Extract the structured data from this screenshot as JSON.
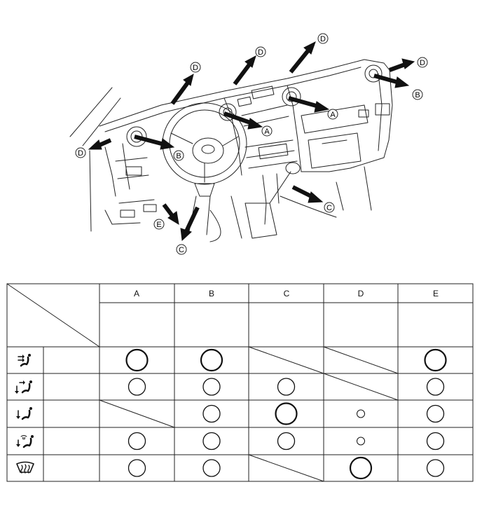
{
  "diagram": {
    "callouts": [
      {
        "id": "A1",
        "label": "A"
      },
      {
        "id": "A2",
        "label": "A"
      },
      {
        "id": "B1",
        "label": "B"
      },
      {
        "id": "B2",
        "label": "B"
      },
      {
        "id": "C1",
        "label": "C"
      },
      {
        "id": "C2",
        "label": "C"
      },
      {
        "id": "D1",
        "label": "D"
      },
      {
        "id": "D2",
        "label": "D"
      },
      {
        "id": "D3",
        "label": "D"
      },
      {
        "id": "D4",
        "label": "D"
      },
      {
        "id": "D5",
        "label": "D"
      },
      {
        "id": "E1",
        "label": "E"
      }
    ]
  },
  "table": {
    "columns": [
      "A",
      "B",
      "C",
      "D",
      "E"
    ],
    "rows": [
      {
        "mode_icon": "face-vent-icon",
        "cells": [
          "large",
          "large",
          "none",
          "none",
          "large"
        ]
      },
      {
        "mode_icon": "bi-level-icon",
        "cells": [
          "medium",
          "medium",
          "medium",
          "none",
          "medium"
        ]
      },
      {
        "mode_icon": "foot-vent-icon",
        "cells": [
          "none",
          "medium",
          "large",
          "small",
          "medium"
        ]
      },
      {
        "mode_icon": "foot-defrost-icon",
        "cells": [
          "medium",
          "medium",
          "medium",
          "small",
          "medium"
        ]
      },
      {
        "mode_icon": "windshield-defrost-icon",
        "cells": [
          "medium",
          "medium",
          "none",
          "large",
          "medium"
        ]
      }
    ]
  }
}
